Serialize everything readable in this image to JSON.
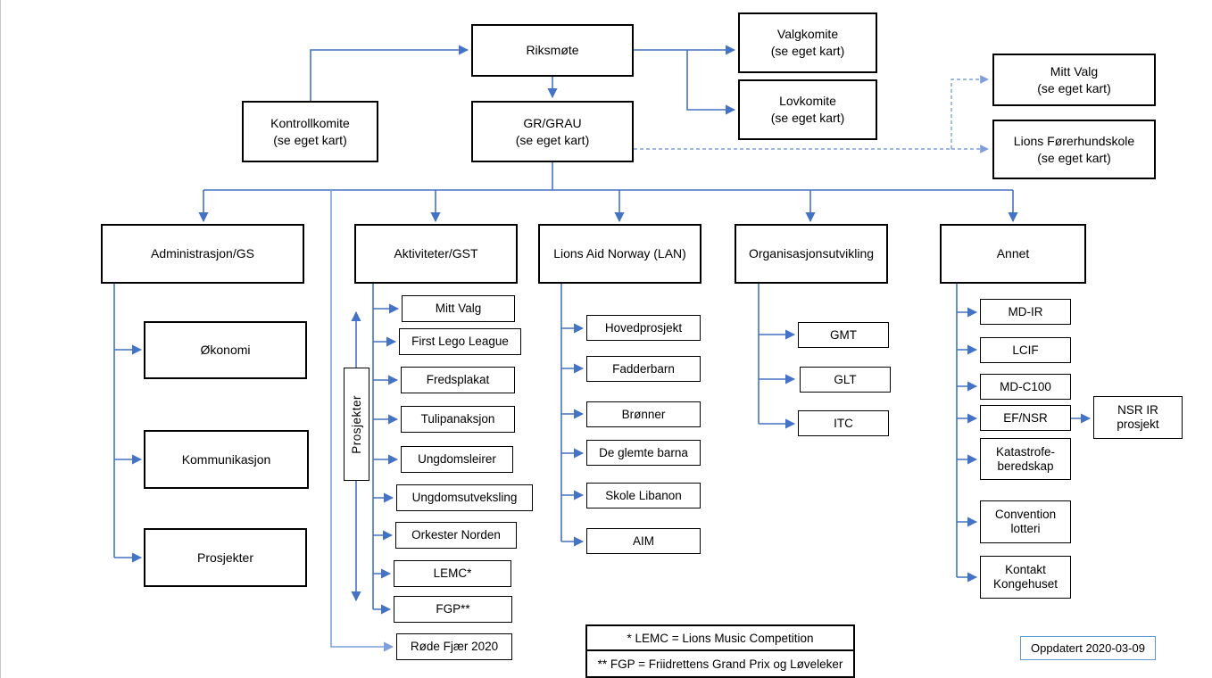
{
  "colors": {
    "connector": "#4472C4",
    "connector_light": "#7CA0DB",
    "connector_dashed": "#7E9FD9",
    "box_border": "#000000",
    "badge_border": "#5B9BD5"
  },
  "nodes": {
    "riksmote": {
      "line1": "Riksmøte"
    },
    "kontrollkomite": {
      "line1": "Kontrollkomite",
      "line2": "(se eget kart)"
    },
    "gr_grau": {
      "line1": "GR/GRAU",
      "line2": "(se eget kart)"
    },
    "valgkomite": {
      "line1": "Valgkomite",
      "line2": "(se eget kart)"
    },
    "lovkomite": {
      "line1": "Lovkomite",
      "line2": "(se eget kart)"
    },
    "mitt_valg_kart": {
      "line1": "Mitt Valg",
      "line2": "(se eget kart)"
    },
    "forerhundskole": {
      "line1": "Lions Førerhundskole",
      "line2": "(se eget kart)"
    },
    "administrasjon": {
      "line1": "Administrasjon/GS"
    },
    "aktiviteter": {
      "line1": "Aktiviteter/GST"
    },
    "lan": {
      "line1": "Lions Aid Norway (LAN)"
    },
    "organisasjonsutvikling": {
      "line1": "Organisasjonsutvikling"
    },
    "annet": {
      "line1": "Annet"
    },
    "okonomi": {
      "line1": "Økonomi"
    },
    "kommunikasjon": {
      "line1": "Kommunikasjon"
    },
    "prosjekter_stor": {
      "line1": "Prosjekter"
    },
    "prosjekter_vertikal": {
      "line1": "Prosjekter"
    },
    "mitt_valg": {
      "line1": "Mitt Valg"
    },
    "first_lego_league": {
      "line1": "First Lego League"
    },
    "fredsplakat": {
      "line1": "Fredsplakat"
    },
    "tulipanaksjon": {
      "line1": "Tulipanaksjon"
    },
    "ungdomsleirer": {
      "line1": "Ungdomsleirer"
    },
    "ungdomsutveksling": {
      "line1": "Ungdomsutveksling"
    },
    "orkester_norden": {
      "line1": "Orkester Norden"
    },
    "lemc": {
      "line1": "LEMC*"
    },
    "fgp": {
      "line1": "FGP**"
    },
    "rode_fjaer": {
      "line1": "Røde Fjær 2020"
    },
    "hovedprosjekt": {
      "line1": "Hovedprosjekt"
    },
    "fadderbarn": {
      "line1": "Fadderbarn"
    },
    "bronner": {
      "line1": "Brønner"
    },
    "de_glemte_barna": {
      "line1": "De glemte barna"
    },
    "skole_libanon": {
      "line1": "Skole Libanon"
    },
    "aim": {
      "line1": "AIM"
    },
    "gmt": {
      "line1": "GMT"
    },
    "glt": {
      "line1": "GLT"
    },
    "itc": {
      "line1": "ITC"
    },
    "md_ir": {
      "line1": "MD-IR"
    },
    "lcif": {
      "line1": "LCIF"
    },
    "md_c100": {
      "line1": "MD-C100"
    },
    "ef_nsr": {
      "line1": "EF/NSR"
    },
    "nsr_ir_prosjekt": {
      "line1": "NSR IR",
      "line2": "prosjekt"
    },
    "katastrofeberedskap": {
      "line1": "Katastrofe-",
      "line2": "beredskap"
    },
    "convention_lotteri": {
      "line1": "Convention",
      "line2": "lotteri"
    },
    "kontakt_kongehuset": {
      "line1": "Kontakt",
      "line2": "Kongehuset"
    }
  },
  "footnotes": {
    "lemc": "* LEMC = Lions Music Competition",
    "fgp": "** FGP = Friidrettens Grand Prix og Løveleker"
  },
  "updated_badge": "Oppdatert 2020-03-09"
}
